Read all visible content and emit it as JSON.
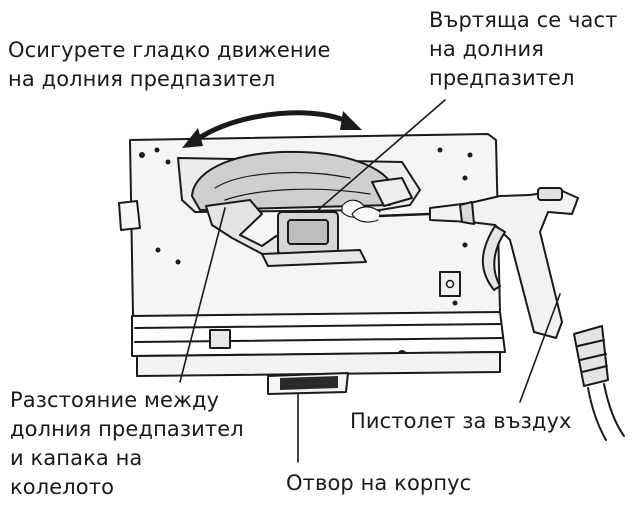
{
  "labels": {
    "smooth_movement": {
      "lines": [
        "Осигурете гладко движение",
        "на долния предпазител"
      ]
    },
    "rotating_part": {
      "lines": [
        "Въртяща се част",
        "на долния",
        "предпазител"
      ]
    },
    "distance": {
      "lines": [
        "Разстояние между",
        "долния предпазител",
        "и капака на",
        "колелото"
      ]
    },
    "air_gun": {
      "lines": [
        "Пистолет за въздух"
      ]
    },
    "housing_opening": {
      "lines": [
        "Отвор на корпус"
      ]
    }
  },
  "colors": {
    "line": "#1a1a1a",
    "housing_fill": "#f4f4f4",
    "blade_fill": "#c9c9c9",
    "shadow_fill": "#2a2a2a"
  }
}
